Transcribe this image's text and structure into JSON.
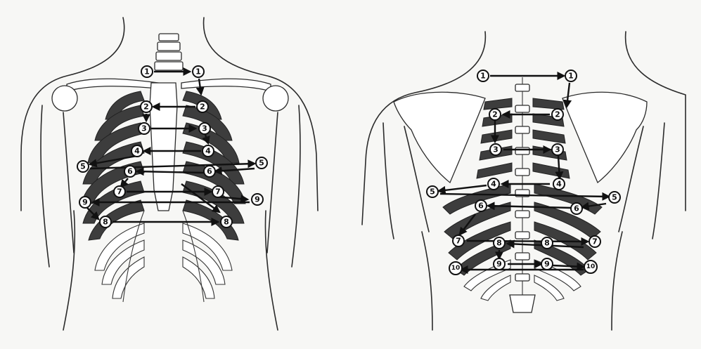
{
  "diagrams": [
    {
      "view": "anterior",
      "markers": [
        {
          "id": "a1L",
          "label": "1"
        },
        {
          "id": "a1R",
          "label": "1"
        },
        {
          "id": "a2L",
          "label": "2"
        },
        {
          "id": "a2R",
          "label": "2"
        },
        {
          "id": "a3L",
          "label": "3"
        },
        {
          "id": "a3R",
          "label": "3"
        },
        {
          "id": "a4L",
          "label": "4"
        },
        {
          "id": "a4R",
          "label": "4"
        },
        {
          "id": "a5L",
          "label": "5"
        },
        {
          "id": "a5R",
          "label": "5"
        },
        {
          "id": "a6L",
          "label": "6"
        },
        {
          "id": "a6R",
          "label": "6"
        },
        {
          "id": "a7L",
          "label": "7"
        },
        {
          "id": "a7R",
          "label": "7"
        },
        {
          "id": "a8L",
          "label": "8"
        },
        {
          "id": "a8R",
          "label": "8"
        },
        {
          "id": "a9L",
          "label": "9"
        },
        {
          "id": "a9R",
          "label": "9"
        }
      ]
    },
    {
      "view": "posterior",
      "markers": [
        {
          "id": "p1L",
          "label": "1"
        },
        {
          "id": "p1R",
          "label": "1"
        },
        {
          "id": "p2L",
          "label": "2"
        },
        {
          "id": "p2R",
          "label": "2"
        },
        {
          "id": "p3L",
          "label": "3"
        },
        {
          "id": "p3R",
          "label": "3"
        },
        {
          "id": "p4L",
          "label": "4"
        },
        {
          "id": "p4R",
          "label": "4"
        },
        {
          "id": "p5L",
          "label": "5"
        },
        {
          "id": "p5R",
          "label": "5"
        },
        {
          "id": "p6L",
          "label": "6"
        },
        {
          "id": "p6R",
          "label": "6"
        },
        {
          "id": "p7L",
          "label": "7"
        },
        {
          "id": "p7R",
          "label": "7"
        },
        {
          "id": "p8L",
          "label": "8"
        },
        {
          "id": "p8R",
          "label": "8"
        },
        {
          "id": "p9L",
          "label": "9"
        },
        {
          "id": "p9R",
          "label": "9"
        },
        {
          "id": "p10L",
          "label": "10"
        },
        {
          "id": "p10R",
          "label": "10"
        }
      ]
    }
  ]
}
